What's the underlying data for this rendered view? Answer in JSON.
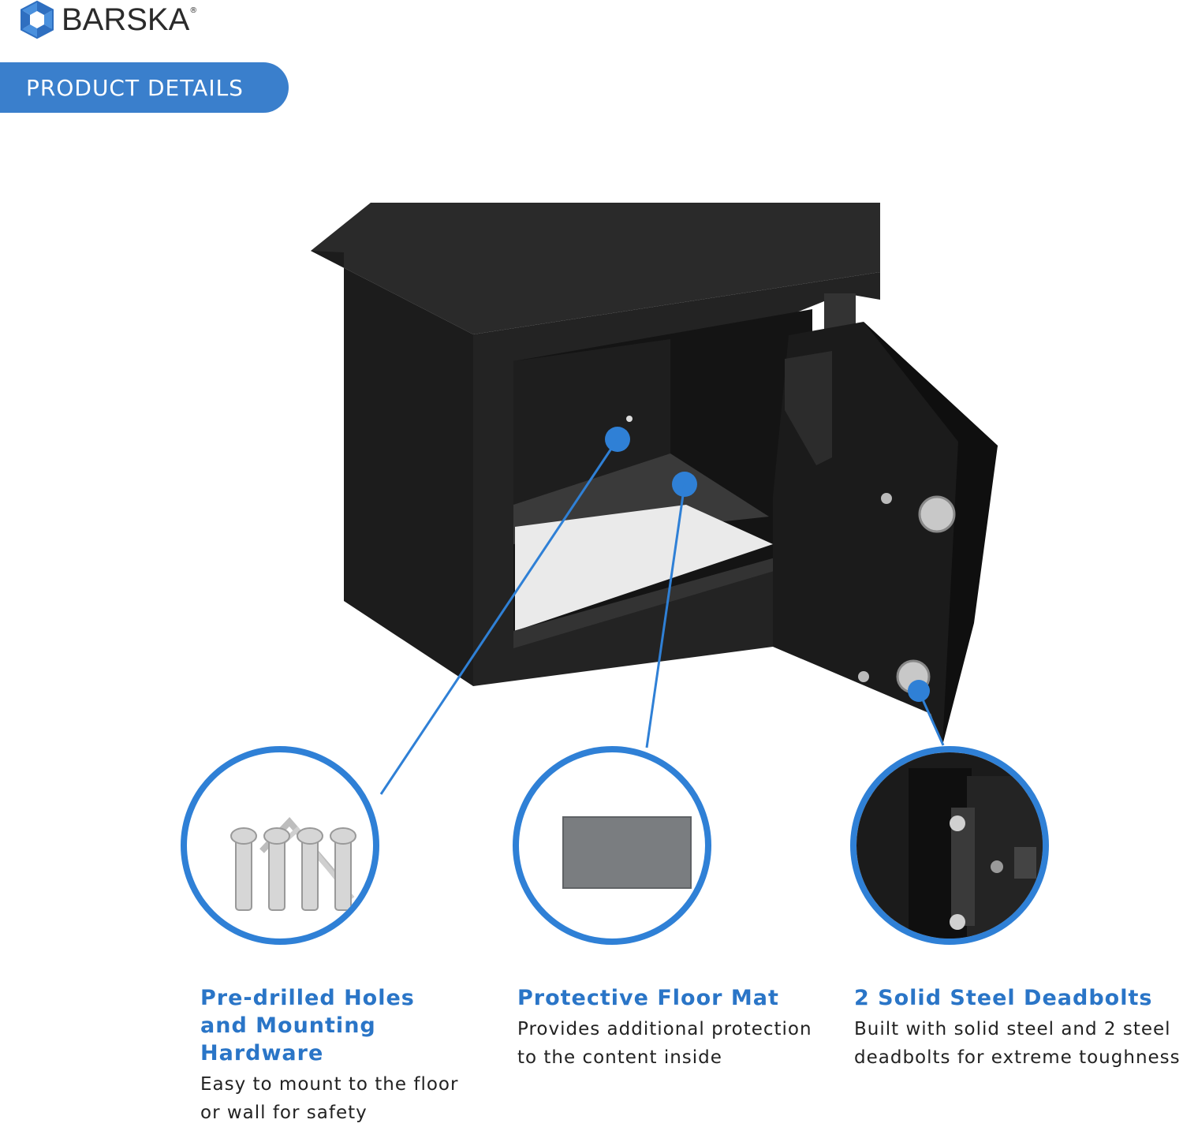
{
  "brand": {
    "name": "BARSKA",
    "registered": "®",
    "accent_color": "#2f80d6"
  },
  "banner": {
    "label": "PRODUCT DETAILS",
    "color": "#3a7fcc"
  },
  "features": [
    {
      "title_line1": "Pre-drilled Holes",
      "title_line2": "and Mounting",
      "title_line3": "Hardware",
      "desc_line1": "Easy to mount to the floor",
      "desc_line2": "or wall for safety",
      "image": "mounting-bolts-and-hex-key"
    },
    {
      "title_line1": "Protective Floor Mat",
      "desc_line1": "Provides additional protection",
      "desc_line2": "to the content inside",
      "image": "gray-felt-floor-mat"
    },
    {
      "title_line1": "2 Solid Steel Deadbolts",
      "desc_line1": "Built with solid steel and 2 steel",
      "desc_line2": "deadbolts for extreme toughness",
      "image": "safe-door-deadbolts-closeup"
    }
  ]
}
